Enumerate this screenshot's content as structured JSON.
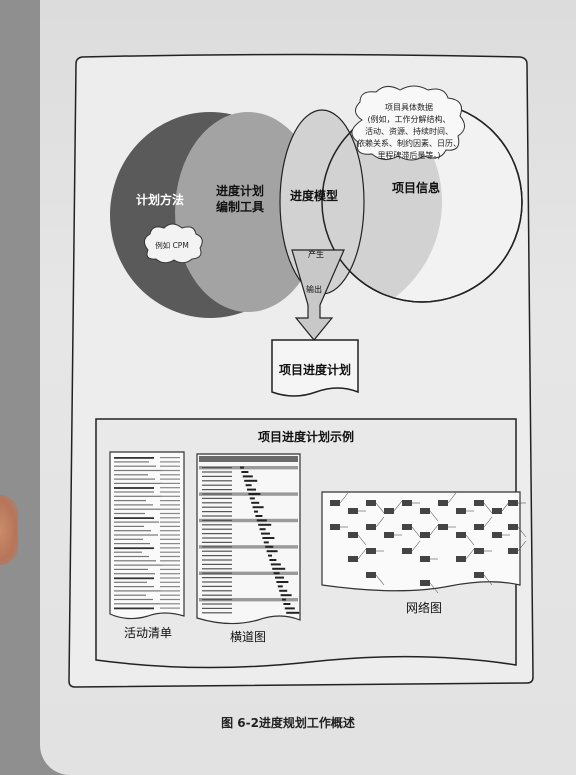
{
  "diagram": {
    "planning_method": "计划方法",
    "method_example": "例如 CPM",
    "scheduling_tool_line1": "进度计划",
    "scheduling_tool_line2": "编制工具",
    "schedule_model": "进度模型",
    "produces": "产生",
    "output": "输出",
    "project_info": "项目信息",
    "project_data_lines": [
      "项目具体数据",
      "(例如，工作分解结构、",
      "活动、资源、持续时间、",
      "依赖关系、制约因素、日历、",
      "里程碑滞后量等。)"
    ],
    "project_schedule": "项目进度计划"
  },
  "examples": {
    "title": "项目进度计划示例",
    "activity_list": "活动清单",
    "bar_chart": "横道图",
    "network_diagram": "网络图"
  },
  "caption": "图 6-2进度规划工作概述"
}
